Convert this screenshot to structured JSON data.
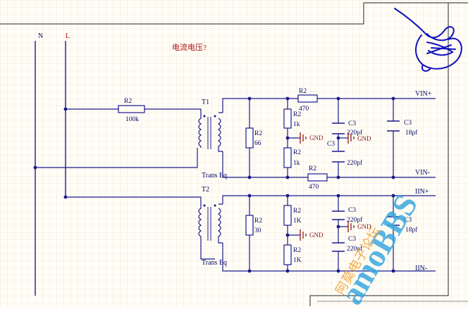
{
  "question": "电流电压?",
  "rails": {
    "neutral": "N",
    "line": "L"
  },
  "transformers": [
    {
      "ref": "T1",
      "name": "Trans Eq"
    },
    {
      "ref": "T2",
      "name": "Trans Eq"
    }
  ],
  "resistors": [
    {
      "ref": "R2",
      "value": "100k"
    },
    {
      "ref": "R2",
      "value": "66"
    },
    {
      "ref": "R2",
      "value": "1k"
    },
    {
      "ref": "R2",
      "value": "1k"
    },
    {
      "ref": "R2",
      "value": "470"
    },
    {
      "ref": "R2",
      "value": "470"
    },
    {
      "ref": "R2",
      "value": "30"
    },
    {
      "ref": "R2",
      "value": "1K"
    },
    {
      "ref": "R2",
      "value": "1K"
    }
  ],
  "capacitors": [
    {
      "ref": "C3",
      "value": "220pf"
    },
    {
      "ref": "C3",
      "value": "220pf"
    },
    {
      "ref": "C3",
      "value": "18pf"
    },
    {
      "ref": "C3",
      "value": "220pf"
    },
    {
      "ref": "C3",
      "value": "220pf"
    },
    {
      "ref": "C3",
      "value": "18pf"
    }
  ],
  "ground_label": "GND",
  "ports": {
    "vin_plus": "VIN+",
    "vin_minus": "VIN-",
    "iin_plus": "IIN+",
    "iin_minus": "IIN-"
  },
  "watermark": {
    "brand": "amoBBS",
    "forum": "阿莫电子论坛"
  },
  "colors": {
    "wire": "#1a1a8c",
    "component": "#1a1a8c",
    "label": "#0a0a6a",
    "ground": "#8a1a1a",
    "title": "#b01010",
    "border": "#222222",
    "grid": "#e6dcc6",
    "watermark": "#3aa8e0",
    "watermark_cn": "#f0a030",
    "scribble": "#1010c0"
  }
}
